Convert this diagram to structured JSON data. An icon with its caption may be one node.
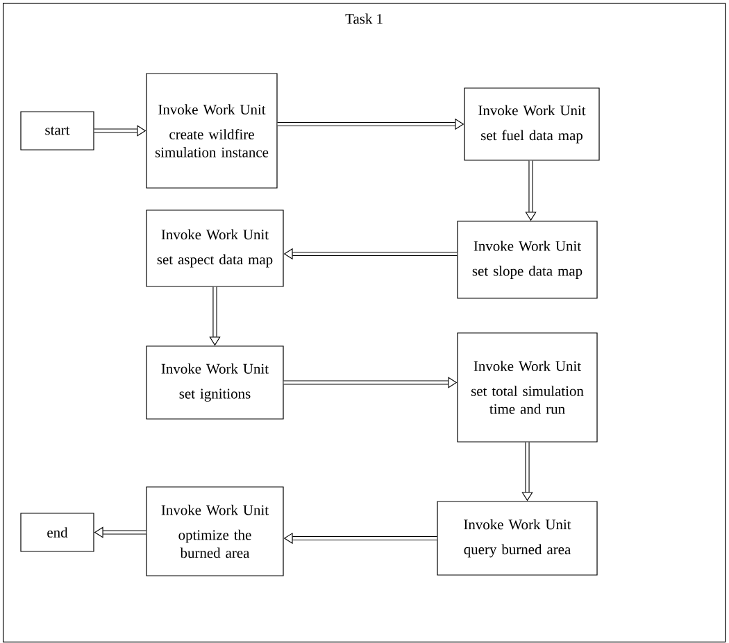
{
  "diagram": {
    "nodes": [
      {
        "text": [
          "Task 1"
        ]
      },
      {
        "text": [
          "start"
        ],
        "in": 0
      },
      {
        "text": [
          "Invoke Work Unit",
          "create wildfire simulation instance"
        ],
        "in": 0
      },
      {
        "text": [
          "Invoke Work Unit",
          "set fuel data map"
        ],
        "in": 0
      },
      {
        "text": [
          "Invoke Work Unit",
          "set slope data map"
        ],
        "in": 0
      },
      {
        "text": [
          "Invoke Work Unit",
          "set aspect data map"
        ],
        "in": 0
      },
      {
        "text": [
          "Invoke Work Unit",
          "set ignitions"
        ],
        "in": 0
      },
      {
        "text": [
          "Invoke Work Unit",
          "set total simulation time and run"
        ],
        "in": 0
      },
      {
        "text": [
          "Invoke Work Unit",
          "query burned area"
        ],
        "in": 0
      },
      {
        "text": [
          "Invoke Work Unit",
          "optimize the burned area"
        ],
        "in": 0
      },
      {
        "text": [
          "end"
        ],
        "in": 0
      }
    ],
    "edges": [
      {
        "from": 1,
        "to": 2,
        "arrow": "to"
      },
      {
        "from": 2,
        "to": 3,
        "arrow": "to"
      },
      {
        "from": 3,
        "to": 4,
        "arrow": "to"
      },
      {
        "from": 4,
        "to": 5,
        "arrow": "to"
      },
      {
        "from": 5,
        "to": 6,
        "arrow": "to"
      },
      {
        "from": 6,
        "to": 7,
        "arrow": "to"
      },
      {
        "from": 7,
        "to": 8,
        "arrow": "to"
      },
      {
        "from": 8,
        "to": 9,
        "arrow": "to"
      },
      {
        "from": 9,
        "to": 10,
        "arrow": "to"
      }
    ]
  }
}
